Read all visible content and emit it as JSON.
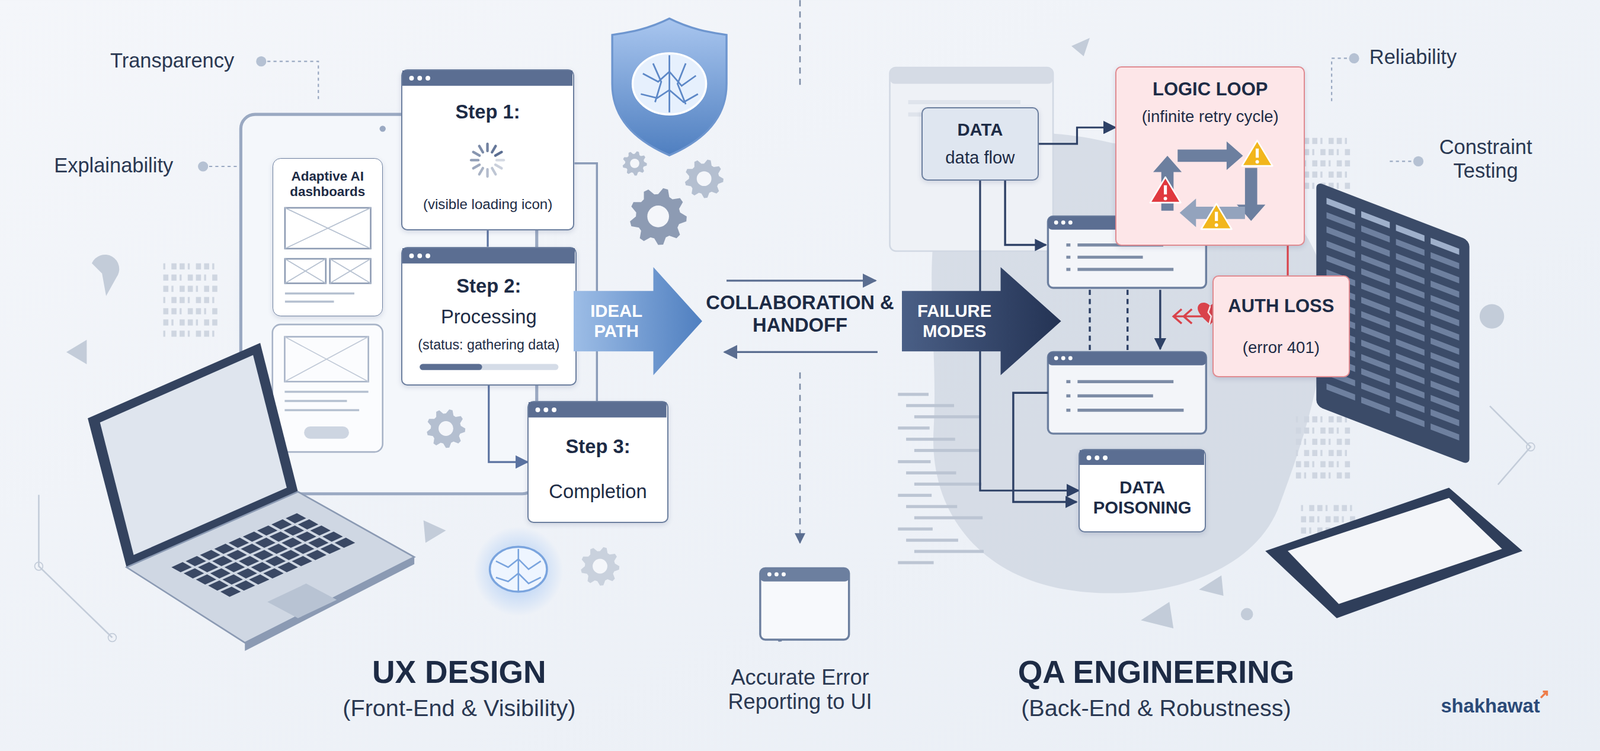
{
  "diagram": {
    "nodes": [
      {
        "text": [
          "Adaptive AI dashboards"
        ]
      },
      {
        "text": [
          "Step 1:",
          "(visible loading icon)"
        ]
      },
      {
        "text": [
          "Step 2:",
          "Processing",
          "(status: gathering data)"
        ]
      },
      {
        "text": [
          "Step 3:",
          "Completion"
        ]
      },
      {
        "text": [
          "IDEAL PATH"
        ]
      },
      {
        "text": [
          "FAILURE MODES"
        ]
      },
      {
        "text": [
          "DATA",
          "data flow"
        ]
      },
      {
        "text": [
          "LOGIC LOOP",
          "(infinite retry cycle)"
        ]
      },
      {
        "text": [
          "AUTH LOSS",
          "(error 401)"
        ]
      },
      {
        "text": [
          "DATA POISONING"
        ]
      }
    ],
    "edges": [
      {
        "from": 1,
        "to": 2,
        "arrow": "none"
      },
      {
        "from": 2,
        "to": 3,
        "arrow": "to"
      },
      {
        "from": 6,
        "to": 7,
        "arrow": "to"
      },
      {
        "from": 6,
        "to": 9,
        "arrow": "to"
      },
      {
        "from": 7,
        "to": 8,
        "arrow": "none"
      }
    ],
    "labels": [
      "Transparency",
      "Explainability",
      "COLLABORATION & HANDOFF",
      "Reliability",
      "Constraint Testing",
      "Accurate Error Reporting to UI",
      "UX DESIGN",
      "(Front-End & Visibility)",
      "QA ENGINEERING",
      "(Back-End & Robustness)",
      "shakhawat"
    ]
  }
}
